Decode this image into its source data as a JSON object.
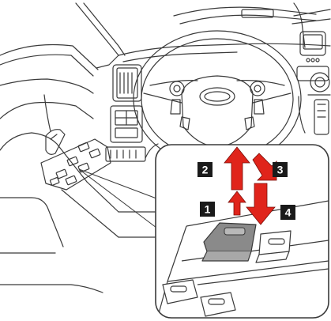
{
  "steps": [
    {
      "number": "1"
    },
    {
      "number": "2"
    },
    {
      "number": "3"
    },
    {
      "number": "4"
    }
  ],
  "colors": {
    "line": "#3a3a3a",
    "arrow": "#e0241b",
    "label_bg": "#1a1a1a",
    "switch_highlight": "#8a8a8a",
    "background": "#ffffff"
  }
}
